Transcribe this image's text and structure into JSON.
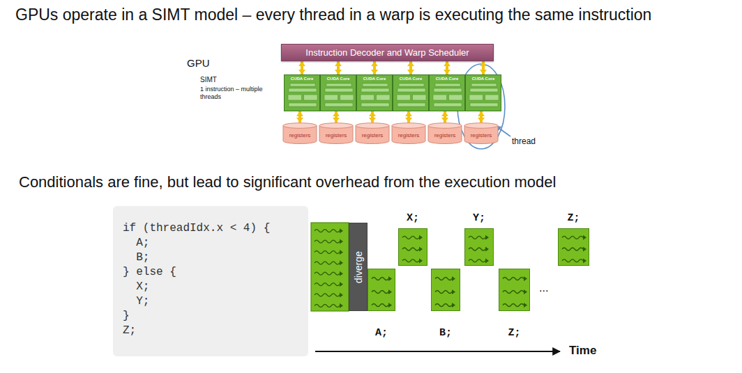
{
  "diagram": {
    "title": "GPUs operate in a SIMT model – every thread in a warp is executing the same instruction",
    "nodes": [
      {
        "text": [
          "Instruction Decoder and Warp Scheduler"
        ]
      },
      {
        "text": [
          "CUDA Core"
        ]
      },
      {
        "text": [
          "CUDA Core"
        ]
      },
      {
        "text": [
          "CUDA Core"
        ]
      },
      {
        "text": [
          "CUDA Core"
        ]
      },
      {
        "text": [
          "CUDA Core"
        ]
      },
      {
        "text": [
          "CUDA Core"
        ]
      },
      {
        "text": [
          "registers"
        ]
      },
      {
        "text": [
          "registers"
        ]
      },
      {
        "text": [
          "registers"
        ]
      },
      {
        "text": [
          "registers"
        ]
      },
      {
        "text": [
          "registers"
        ]
      },
      {
        "text": [
          "registers"
        ]
      },
      {
        "text": [
          "if (threadIdx.x < 4) {",
          "A;",
          "B;",
          "} else {",
          "X;",
          "Y;",
          "}",
          "Z;"
        ]
      },
      {
        "text": [
          "diverge"
        ]
      },
      {
        "text": [
          "A;"
        ]
      },
      {
        "text": [
          "X;"
        ]
      },
      {
        "text": [
          "B;"
        ]
      },
      {
        "text": [
          "Y;"
        ]
      },
      {
        "text": [
          "Z;"
        ]
      },
      {
        "text": [
          "Z;"
        ]
      }
    ],
    "edges": [
      {
        "from": 0,
        "to": 1,
        "arrow": "both"
      },
      {
        "from": 0,
        "to": 2,
        "arrow": "both"
      },
      {
        "from": 0,
        "to": 3,
        "arrow": "both"
      },
      {
        "from": 0,
        "to": 4,
        "arrow": "both"
      },
      {
        "from": 0,
        "to": 5,
        "arrow": "both"
      },
      {
        "from": 0,
        "to": 6,
        "arrow": "both"
      },
      {
        "from": 1,
        "to": 7,
        "arrow": "both"
      },
      {
        "from": 2,
        "to": 8,
        "arrow": "both"
      },
      {
        "from": 3,
        "to": 9,
        "arrow": "both"
      },
      {
        "from": 4,
        "to": 10,
        "arrow": "both"
      },
      {
        "from": 5,
        "to": 11,
        "arrow": "both"
      },
      {
        "from": 6,
        "to": 12,
        "arrow": "both"
      }
    ],
    "labels": [
      "GPU",
      "SIMT",
      "1 instruction – multiple threads",
      "thread",
      "Conditionals are fine, but lead to significant overhead from the execution model",
      "...",
      "Time"
    ]
  }
}
